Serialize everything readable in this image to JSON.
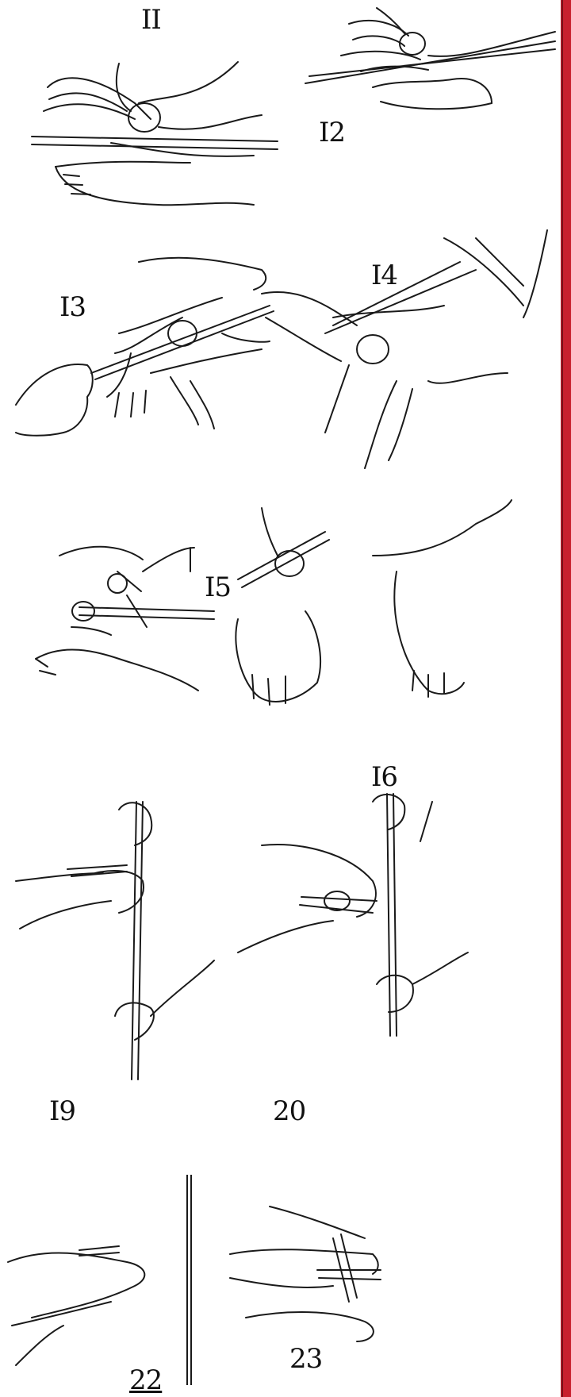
{
  "colors": {
    "ink": "#1a1a1a",
    "border_red": "#c8202e",
    "paper": "#ffffff"
  },
  "figures": [
    {
      "label": "II"
    },
    {
      "label": "I2"
    },
    {
      "label": "I3"
    },
    {
      "label": "I4"
    },
    {
      "label": "I5"
    },
    {
      "label": "I6"
    },
    {
      "label": "I9"
    },
    {
      "label": "20"
    },
    {
      "label": "22"
    },
    {
      "label": "23"
    }
  ]
}
